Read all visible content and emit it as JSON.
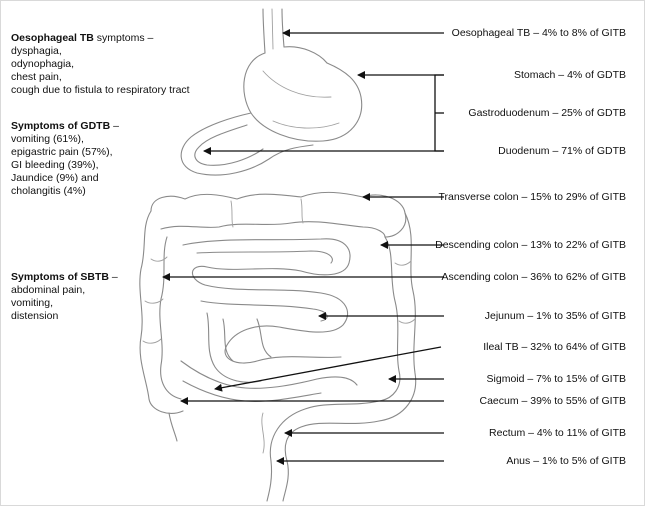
{
  "symptom_blocks": {
    "oesophageal": {
      "title": "Oesophageal TB",
      "title_suffix": " symptoms –",
      "items": [
        "dysphagia,",
        "odynophagia,",
        "chest pain,",
        "cough due to fistula to respiratory tract"
      ]
    },
    "gdtb": {
      "title": "Symptoms of GDTB",
      "title_suffix": " –",
      "items": [
        "vomiting (61%),",
        "epigastric pain (57%),",
        "GI bleeding (39%),",
        "Jaundice (9%) and",
        "cholangitis (4%)"
      ]
    },
    "sbtb": {
      "title": "Symptoms of SBTB",
      "title_suffix": " –",
      "items": [
        "abdominal pain,",
        "vomiting,",
        "distension"
      ]
    }
  },
  "labels": {
    "oesophageal": "Oesophageal TB – 4% to 8% of GITB",
    "stomach": "Stomach – 4% of GDTB",
    "gastroduodenum": "Gastroduodenum – 25% of GDTB",
    "duodenum": "Duodenum – 71% of GDTB",
    "transverse": "Transverse colon – 15% to 29% of GITB",
    "descending": "Descending colon – 13% to 22% of GITB",
    "ascending": "Ascending colon – 36% to 62% of GITB",
    "jejunum": "Jejunum – 1% to 35% of GITB",
    "ileal": "Ileal TB – 32% to 64% of GITB",
    "sigmoid": "Sigmoid – 7% to 15% of GITB",
    "caecum": "Caecum – 39% to 55% of GITB",
    "rectum": "Rectum – 4% to 11% of GITB",
    "anus": "Anus – 1% to 5% of GITB"
  }
}
